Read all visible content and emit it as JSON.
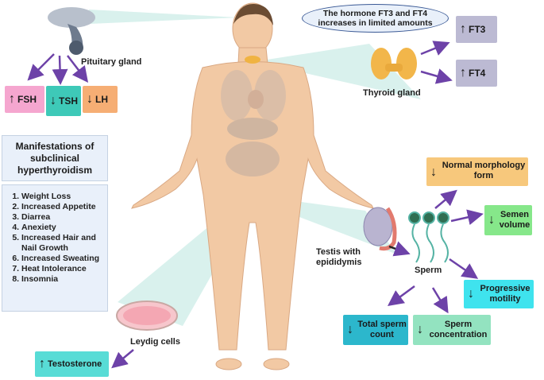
{
  "oval_note": "The hormone FT3 and FT4 increases in limited amounts",
  "labels": {
    "pituitary": "Pituitary gland",
    "thyroid": "Thyroid gland",
    "testis": "Testis with epididymis",
    "sperm": "Sperm",
    "leydig": "Leydig cells"
  },
  "hormones": {
    "fsh": {
      "text": "FSH",
      "direction": "up"
    },
    "tsh": {
      "text": "TSH",
      "direction": "down"
    },
    "lh": {
      "text": "LH",
      "direction": "down"
    },
    "ft3": {
      "text": "FT3",
      "direction": "up"
    },
    "ft4": {
      "text": "FT4",
      "direction": "up"
    },
    "testosterone": {
      "text": "Testosterone",
      "direction": "up"
    }
  },
  "sperm_params": {
    "morphology": {
      "text": "Normal morphology form",
      "direction": "down"
    },
    "semen_volume": {
      "text": "Semen volume",
      "direction": "down"
    },
    "motility": {
      "text": "Progressive motility",
      "direction": "down"
    },
    "count": {
      "text": "Total sperm count",
      "direction": "down"
    },
    "concentration": {
      "text": "Sperm concentration",
      "direction": "down"
    }
  },
  "manifestations": {
    "title": "Manifestations of subclinical hyperthyroidism",
    "items": [
      "Weight Loss",
      "Increased Appetite",
      "Diarrea",
      "Anexiety",
      "Increased Hair and Nail Growth",
      "Increased Sweating",
      "Heat Intolerance",
      "Insomnia"
    ]
  },
  "colors": {
    "fsh": "#f5a6cf",
    "tsh": "#3ec9b8",
    "lh": "#f6ae74",
    "ft": "#bcbad3",
    "testosterone": "#58dcd6",
    "morphology": "#f7c87c",
    "semen": "#86e78a",
    "motility": "#3fe3ee",
    "count": "#2cb7cc",
    "concentration": "#93e3c0",
    "arrow": "#6d42a8",
    "beam": "#cfeee8",
    "skin": "#f2c9a4"
  }
}
